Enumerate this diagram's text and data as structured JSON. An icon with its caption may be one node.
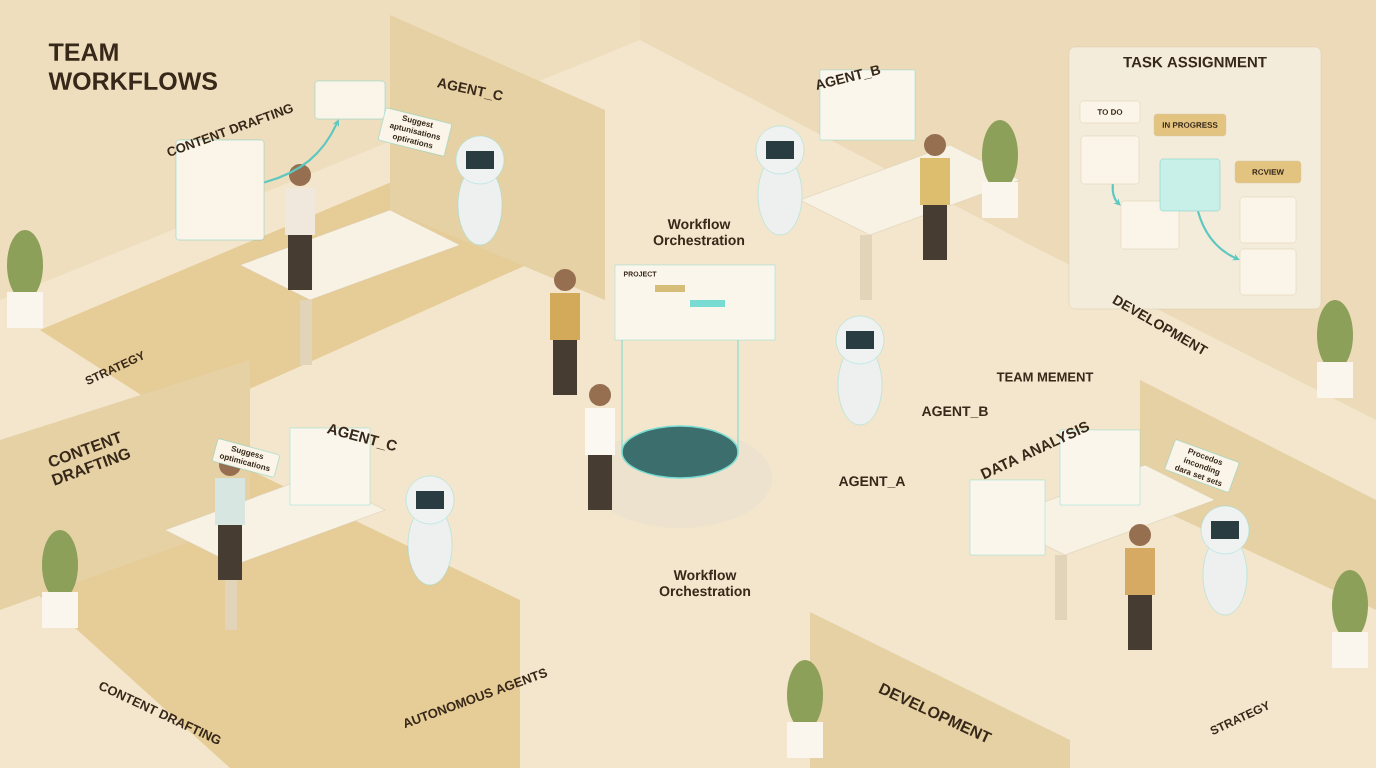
{
  "diagram": {
    "title": "TEAM WORKFLOWS",
    "nodes": [
      {
        "text": [
          "TASK ASSIGNMENT"
        ]
      },
      {
        "text": [
          "TO DO"
        ],
        "in": 0
      },
      {
        "text": [
          "IN PROGRESS"
        ],
        "in": 0
      },
      {
        "text": [
          "RCVIEW"
        ],
        "in": 0
      },
      {
        "text": [],
        "shape": "box",
        "in": 0
      },
      {
        "text": [],
        "shape": "box",
        "in": 0
      },
      {
        "text": [],
        "shape": "box",
        "in": 0
      },
      {
        "text": [],
        "shape": "box",
        "in": 0
      },
      {
        "text": [],
        "shape": "box",
        "in": 0
      },
      {
        "text": [],
        "shape": "box"
      },
      {
        "text": [],
        "shape": "box"
      }
    ],
    "edges": [
      {
        "from": 4,
        "to": 5,
        "arrow": "to"
      },
      {
        "from": 6,
        "to": 8,
        "arrow": "to"
      },
      {
        "from": 9,
        "to": 10,
        "arrow": "to"
      }
    ],
    "labels": [
      "AGENT_B",
      "AGENT_C",
      "Suggest aptunisations optirations",
      "CONTENT DRAFTING",
      "Workflow Orchestration",
      "PROJECT",
      "DEVELOPMENT",
      "STRATEGY",
      "TEAM MEMENT",
      "AGENT_B",
      "AGENT_C",
      "Suggess optimications",
      "CONTENT DRAFTING",
      "DATA ANALYSIS",
      "Procedos inconding dara set sets",
      "AGENT_A",
      "Workflow Orchestration",
      "AUTONOMOUS AGENTS",
      "CONTENT DRAFTING",
      "DEVELOPMENT",
      "STRATEGY"
    ]
  }
}
